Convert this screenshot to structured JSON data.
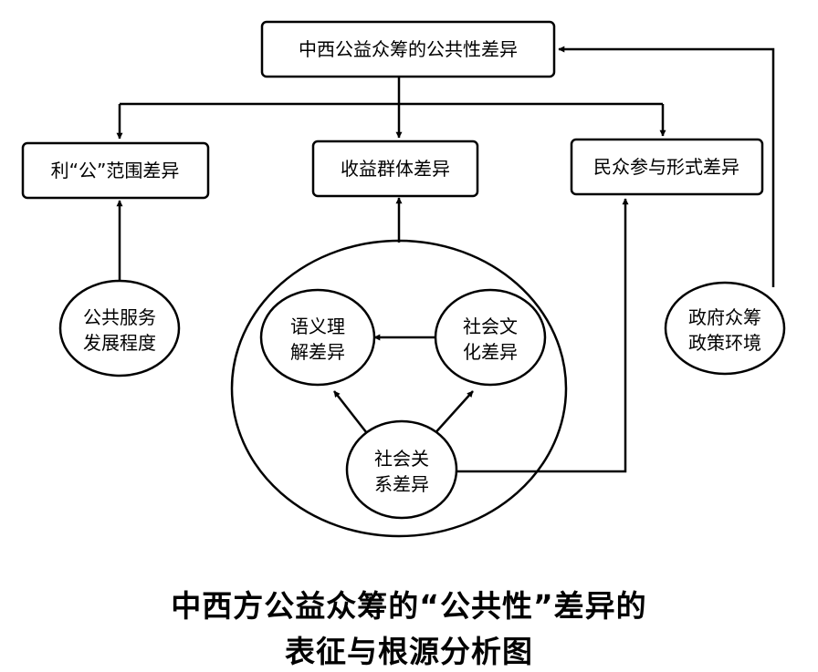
{
  "diagram": {
    "nodes": {
      "top": "中西公益众筹的公共性差异",
      "left_box": "利“公”范围差异",
      "mid_box": "收益群体差异",
      "right_box": "民众参与形式差异",
      "public_service": [
        "公共服务",
        "发展程度"
      ],
      "semantic": [
        "语义理",
        "解差异"
      ],
      "social_culture": [
        "社会文",
        "化差异"
      ],
      "social_relation": [
        "社会关",
        "系差异"
      ],
      "gov_policy": [
        "政府众筹",
        "政策环境"
      ]
    }
  },
  "caption": {
    "line1": "中西方公益众筹的“公共性”差异的",
    "line2": "表征与根源分析图"
  }
}
